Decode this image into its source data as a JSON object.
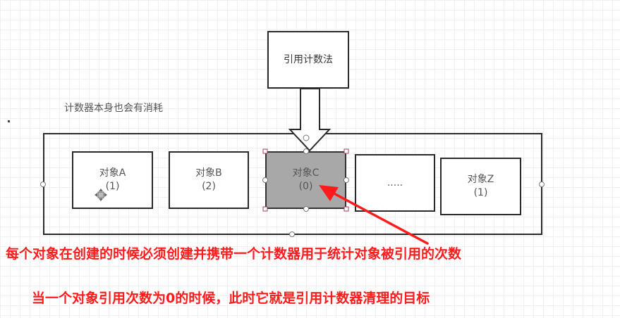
{
  "diagram": {
    "header_box": "引用计数法",
    "note": "计数器本身也会有消耗",
    "objects": [
      {
        "name": "对象A",
        "count": "(1)"
      },
      {
        "name": "对象B",
        "count": "(2)"
      },
      {
        "name": "对象C",
        "count": "(0)"
      },
      {
        "name": ".....",
        "count": ""
      },
      {
        "name": "对象Z",
        "count": "(1)"
      }
    ],
    "annotation_1": "每个对象在创建的时候必须创建并携带一个计数器用于统计对象被引用的次数",
    "annotation_2": "当一个对象引用次数为0的时候，此时它就是引用计数器清理的目标"
  },
  "colors": {
    "annotation": "#ff1b1b",
    "selected_fill": "#a8a8a8",
    "selection_handle": "#a0405a"
  }
}
